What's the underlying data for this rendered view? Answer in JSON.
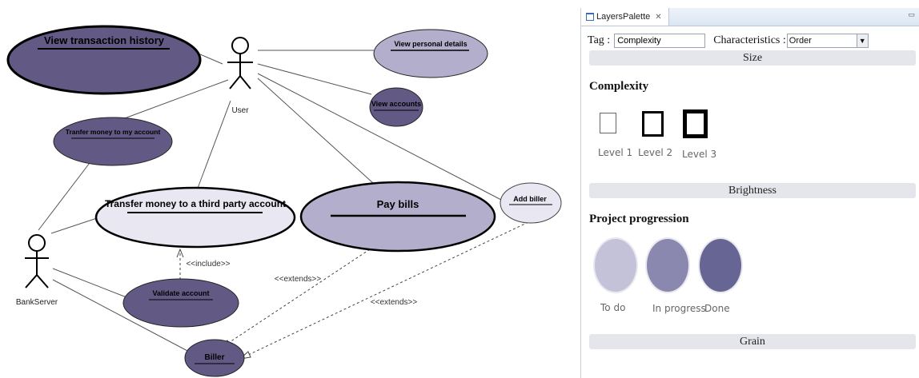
{
  "diagram": {
    "actors": {
      "user": "User",
      "bank_server": "BankServer"
    },
    "use_cases": {
      "view_transaction_history": "View transaction history",
      "view_personal_details": "View personal details",
      "view_accounts": "View accounts",
      "transfer_to_my_account": "Tranfer money to my account",
      "transfer_third_party": "Transfer money to a third party account",
      "pay_bills": "Pay bills",
      "add_biller": "Add biller",
      "validate_account": "Validate account",
      "biller": "Biller"
    },
    "relations": {
      "include": "<<include>>",
      "extends_1": "<<extends>>",
      "extends_2": "<<extends>>"
    },
    "colors": {
      "dark": "#625a85",
      "medium": "#b3aecb",
      "light": "#e9e7f1"
    }
  },
  "palette": {
    "tab_title": "LayersPalette",
    "close_icon": "✕",
    "minimize_icon": "▭",
    "tag_label": "Tag :",
    "tag_value": "Complexity",
    "characteristics_label": "Characteristics :",
    "characteristics_value": "Order",
    "sections": {
      "size": "Size",
      "brightness": "Brightness",
      "grain": "Grain"
    },
    "complexity": {
      "title": "Complexity",
      "levels": [
        "Level 1",
        "Level 2",
        "Level 3"
      ]
    },
    "progression": {
      "title": "Project progression",
      "states": [
        "To do",
        "In progress",
        "Done"
      ],
      "colors": [
        "#c3c2d8",
        "#8b88b0",
        "#676593"
      ]
    }
  }
}
